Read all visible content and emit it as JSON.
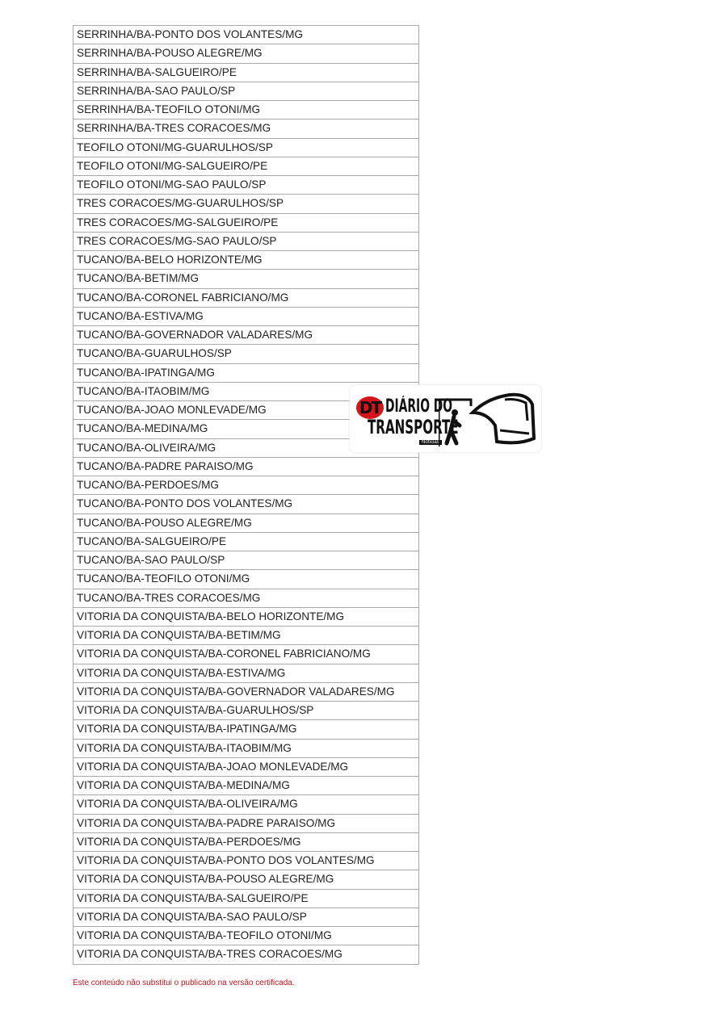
{
  "rows": [
    "SERRINHA/BA-PONTO DOS VOLANTES/MG",
    "SERRINHA/BA-POUSO ALEGRE/MG",
    "SERRINHA/BA-SALGUEIRO/PE",
    "SERRINHA/BA-SAO PAULO/SP",
    "SERRINHA/BA-TEOFILO OTONI/MG",
    "SERRINHA/BA-TRES CORACOES/MG",
    "TEOFILO OTONI/MG-GUARULHOS/SP",
    "TEOFILO OTONI/MG-SALGUEIRO/PE",
    "TEOFILO OTONI/MG-SAO PAULO/SP",
    "TRES CORACOES/MG-GUARULHOS/SP",
    "TRES CORACOES/MG-SALGUEIRO/PE",
    "TRES CORACOES/MG-SAO PAULO/SP",
    "TUCANO/BA-BELO HORIZONTE/MG",
    "TUCANO/BA-BETIM/MG",
    "TUCANO/BA-CORONEL FABRICIANO/MG",
    "TUCANO/BA-ESTIVA/MG",
    "TUCANO/BA-GOVERNADOR VALADARES/MG",
    "TUCANO/BA-GUARULHOS/SP",
    "TUCANO/BA-IPATINGA/MG",
    "TUCANO/BA-ITAOBIM/MG",
    "TUCANO/BA-JOAO MONLEVADE/MG",
    "TUCANO/BA-MEDINA/MG",
    "TUCANO/BA-OLIVEIRA/MG",
    "TUCANO/BA-PADRE PARAISO/MG",
    "TUCANO/BA-PERDOES/MG",
    "TUCANO/BA-PONTO DOS VOLANTES/MG",
    "TUCANO/BA-POUSO ALEGRE/MG",
    "TUCANO/BA-SALGUEIRO/PE",
    "TUCANO/BA-SAO PAULO/SP",
    "TUCANO/BA-TEOFILO OTONI/MG",
    "TUCANO/BA-TRES CORACOES/MG",
    "VITORIA DA CONQUISTA/BA-BELO HORIZONTE/MG",
    "VITORIA DA CONQUISTA/BA-BETIM/MG",
    "VITORIA DA CONQUISTA/BA-CORONEL FABRICIANO/MG",
    "VITORIA DA CONQUISTA/BA-ESTIVA/MG",
    "VITORIA DA CONQUISTA/BA-GOVERNADOR VALADARES/MG",
    "VITORIA DA CONQUISTA/BA-GUARULHOS/SP",
    "VITORIA DA CONQUISTA/BA-IPATINGA/MG",
    "VITORIA DA CONQUISTA/BA-ITAOBIM/MG",
    "VITORIA DA CONQUISTA/BA-JOAO MONLEVADE/MG",
    "VITORIA DA CONQUISTA/BA-MEDINA/MG",
    "VITORIA DA CONQUISTA/BA-OLIVEIRA/MG",
    "VITORIA DA CONQUISTA/BA-PADRE PARAISO/MG",
    "VITORIA DA CONQUISTA/BA-PERDOES/MG",
    "VITORIA DA CONQUISTA/BA-PONTO DOS VOLANTES/MG",
    "VITORIA DA CONQUISTA/BA-POUSO ALEGRE/MG",
    "VITORIA DA CONQUISTA/BA-SALGUEIRO/PE",
    "VITORIA DA CONQUISTA/BA-SAO PAULO/SP",
    "VITORIA DA CONQUISTA/BA-TEOFILO OTONI/MG",
    "VITORIA DA CONQUISTA/BA-TRES CORACOES/MG"
  ],
  "footer": "Este conteúdo não substitui o publicado na versão certificada.",
  "logo": {
    "badge": "DT",
    "line1": "DIÁRIO DO",
    "line2": "TRANSPORTE",
    "sub": "Notícias",
    "accent": "#d4161c"
  }
}
